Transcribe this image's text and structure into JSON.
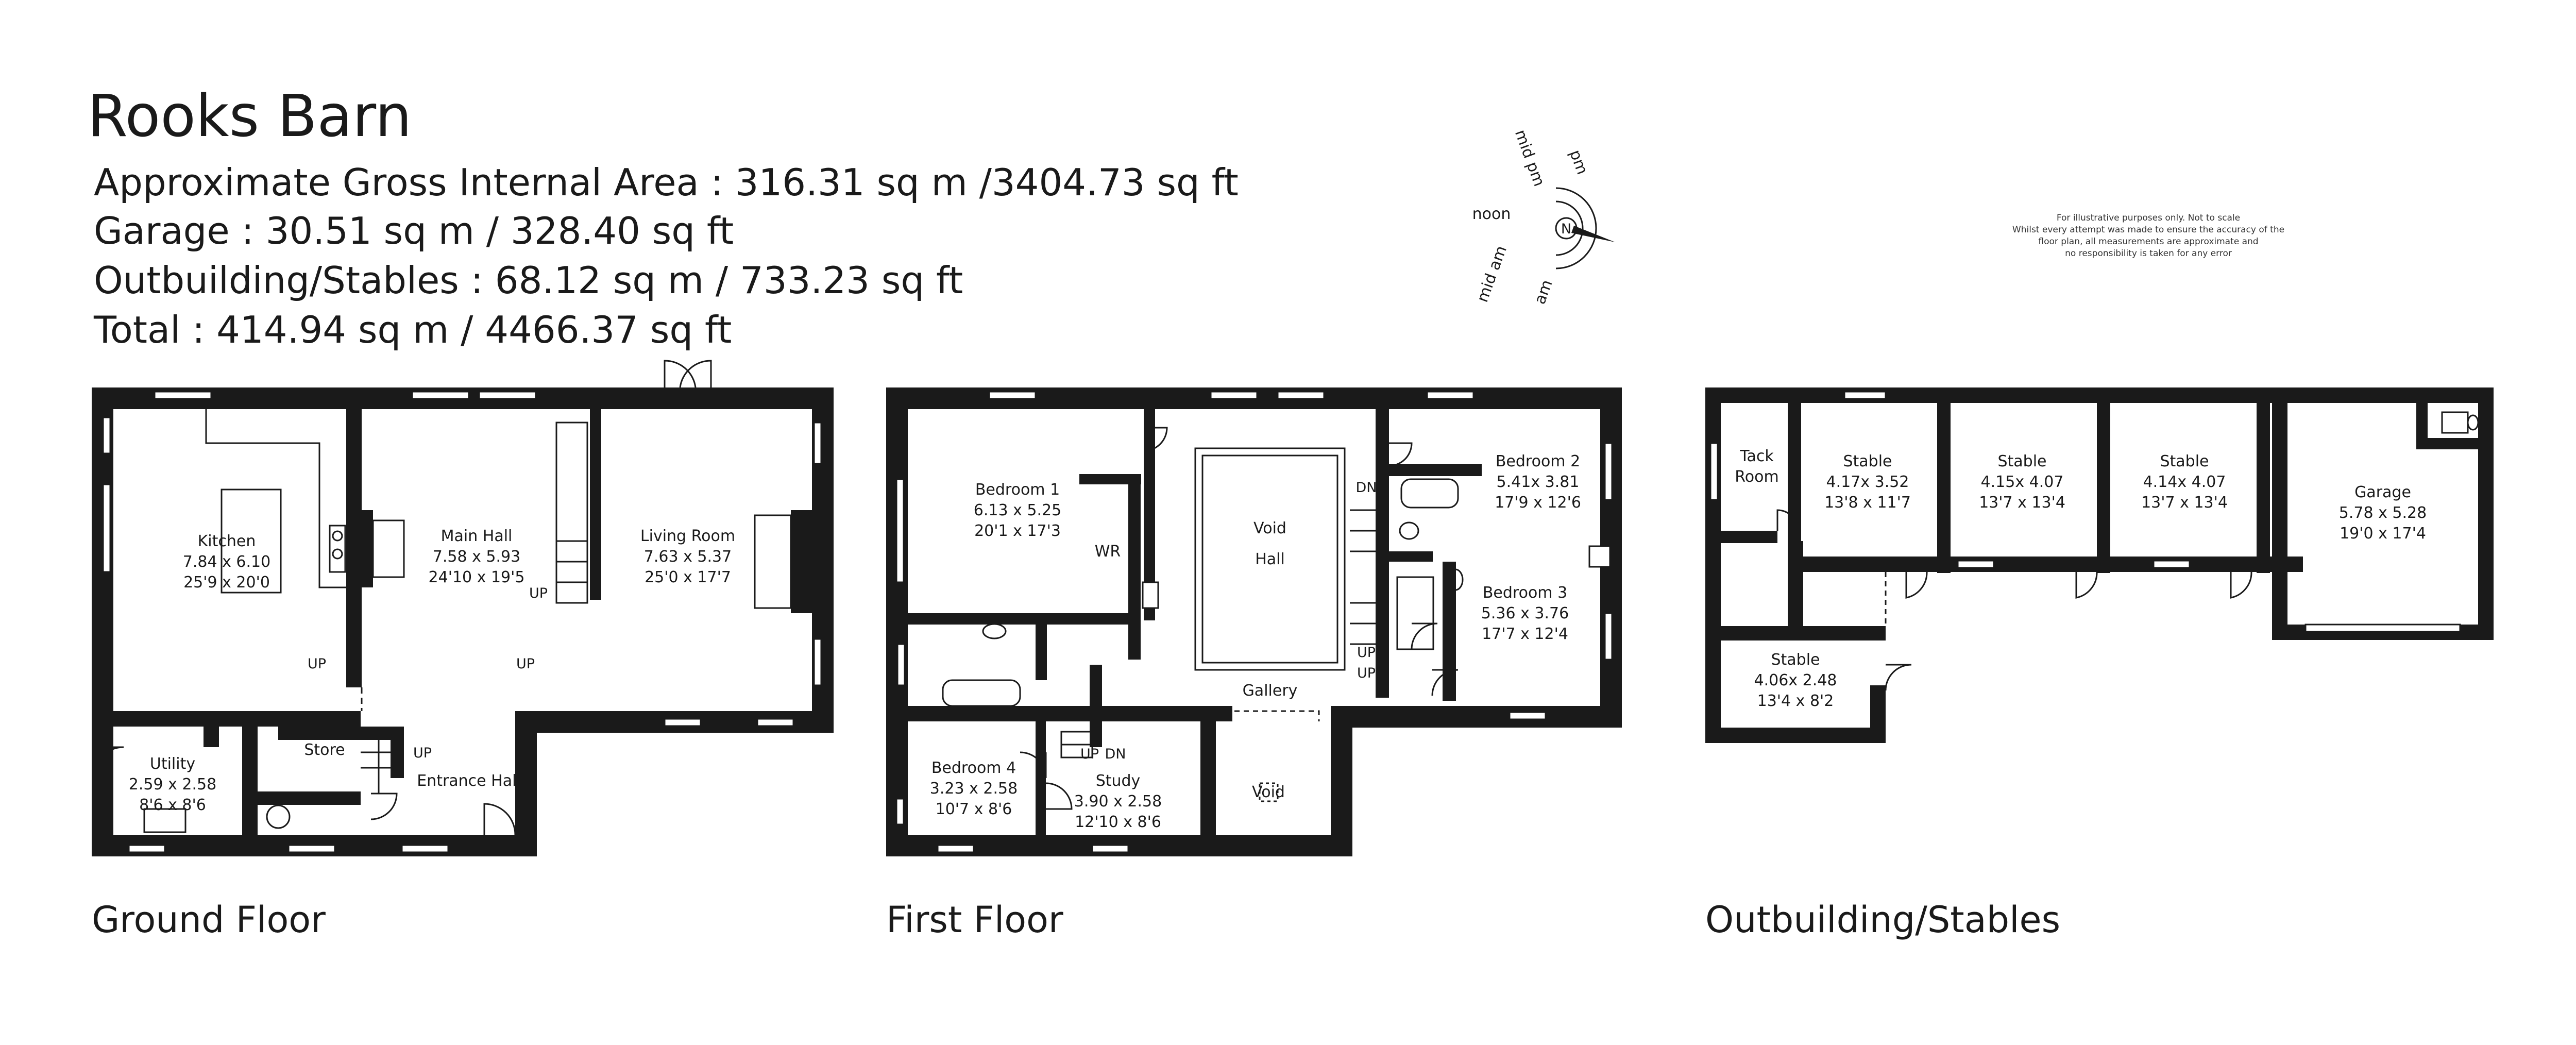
{
  "header": {
    "title": "Rooks Barn",
    "gia": "Approximate Gross Internal Area : 316.31 sq m /3404.73 sq ft",
    "garage": "Garage : 30.51 sq m / 328.40 sq ft",
    "outbuilding": "Outbuilding/Stables : 68.12 sq m / 733.23 sq ft",
    "total": "Total : 414.94 sq m / 4466.37 sq ft"
  },
  "compass": {
    "labels": {
      "mid_pm": "mid pm",
      "pm": "pm",
      "noon": "noon",
      "mid_am": "mid am",
      "am": "am",
      "north": "N"
    }
  },
  "disclaimer": {
    "line1": "For illustrative purposes only. Not to scale",
    "line2": "Whilst every attempt was made to ensure the accuracy of the",
    "line3": "floor plan, all measurements are approximate and",
    "line4": "no responsibility is taken for any error"
  },
  "ground_floor": {
    "label": "Ground Floor",
    "kitchen": {
      "name": "Kitchen",
      "m": "7.84 x 6.10",
      "ft": "25'9 x 20'0"
    },
    "main_hall": {
      "name": "Main Hall",
      "m": "7.58 x 5.93",
      "ft": "24'10 x 19'5"
    },
    "living_room": {
      "name": "Living Room",
      "m": "7.63 x 5.37",
      "ft": "25'0 x 17'7"
    },
    "utility": {
      "name": "Utility",
      "m": "2.59 x 2.58",
      "ft": "8'6 x 8'6"
    },
    "store": "Store",
    "entrance_hall": "Entrance Hall",
    "up": "UP"
  },
  "first_floor": {
    "label": "First Floor",
    "bedroom1": {
      "name": "Bedroom 1",
      "m": "6.13 x 5.25",
      "ft": "20'1 x 17'3"
    },
    "bedroom2": {
      "name": "Bedroom 2",
      "m": "5.41x 3.81",
      "ft": "17'9 x 12'6"
    },
    "bedroom3": {
      "name": "Bedroom 3",
      "m": "5.36 x 3.76",
      "ft": "17'7 x 12'4"
    },
    "bedroom4": {
      "name": "Bedroom 4",
      "m": "3.23 x 2.58",
      "ft": "10'7 x 8'6"
    },
    "study": {
      "name": "Study",
      "m": "3.90 x 2.58",
      "ft": "12'10 x 8'6"
    },
    "wr": "WR",
    "void": "Void",
    "hall": "Hall",
    "gallery": "Gallery",
    "void2": "Void",
    "dn": "DN",
    "up": "UP"
  },
  "outbuilding": {
    "label": "Outbuilding/Stables",
    "tack_room": {
      "line1": "Tack",
      "line2": "Room"
    },
    "stable1": {
      "name": "Stable",
      "m": "4.17x 3.52",
      "ft": "13'8 x 11'7"
    },
    "stable2": {
      "name": "Stable",
      "m": "4.15x 4.07",
      "ft": "13'7 x 13'4"
    },
    "stable3": {
      "name": "Stable",
      "m": "4.14x 4.07",
      "ft": "13'7 x 13'4"
    },
    "stable4": {
      "name": "Stable",
      "m": "4.06x 2.48",
      "ft": "13'4 x 8'2"
    },
    "garage": {
      "name": "Garage",
      "m": "5.78 x 5.28",
      "ft": "19'0 x 17'4"
    }
  }
}
